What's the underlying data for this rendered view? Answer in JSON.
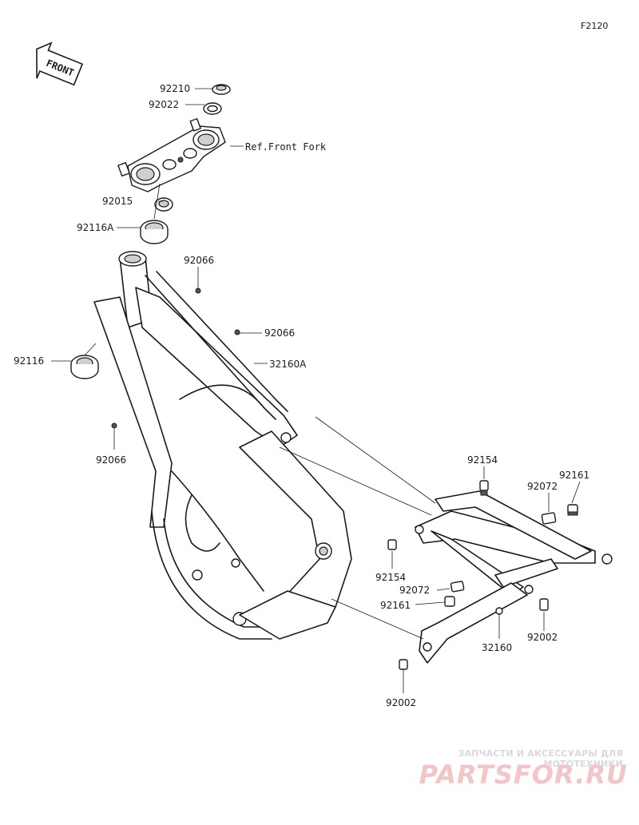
{
  "figure_id": "F2120",
  "front_label": "FRONT",
  "ref_label": "Ref.Front Fork",
  "part_labels": {
    "nut_top": "92210",
    "washer_top": "92022",
    "nut_lower": "92015",
    "bearing_upper": "92116A",
    "bearing_lower": "92116",
    "frame_main": "32160A",
    "cap_a": "92066",
    "cap_b": "92066",
    "cap_c": "92066",
    "bolt_upper": "92154",
    "bolt_left": "92154",
    "collar_right": "92072",
    "collar_left": "92072",
    "bushing_right": "92161",
    "bushing_left": "92161",
    "subframe": "32160",
    "bolt_lower_right": "92002",
    "bolt_lower_left": "92002"
  },
  "watermark": {
    "top_text": "ЗАПЧАСТИ И АКСЕССУАРЫ ДЛЯ МОТОТЕХНИКИ",
    "logo_text": "PARTSFOR.RU"
  }
}
